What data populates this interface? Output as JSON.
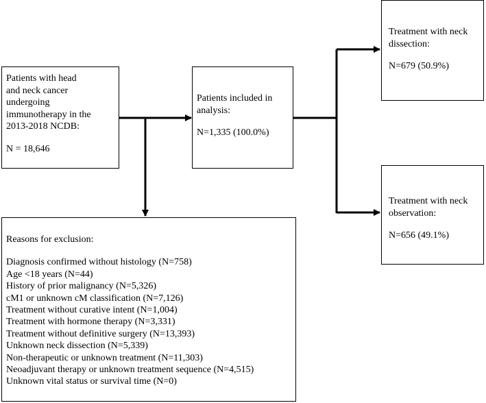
{
  "boxes": {
    "source": {
      "lines": [
        "Patients with head",
        "and neck cancer",
        "undergoing",
        "immunotherapy in the",
        "2013-2018 NCDB:"
      ],
      "count": "N = 18,646"
    },
    "included": {
      "lines": [
        "Patients included in",
        "analysis:"
      ],
      "count": "N=1,335 (100.0%)"
    },
    "neck_dissection": {
      "lines": [
        "Treatment with neck",
        "dissection:"
      ],
      "count": "N=679 (50.9%)"
    },
    "neck_observation": {
      "lines": [
        "Treatment with neck",
        "observation:"
      ],
      "count": "N=656 (49.1%)"
    },
    "exclusion": {
      "title": "Reasons for exclusion:",
      "items": [
        "Diagnosis confirmed without histology (N=758)",
        "Age <18 years (N=44)",
        "History of prior malignancy (N=5,326)",
        "cM1 or unknown cM classification (N=7,126)",
        "Treatment without curative intent (N=1,004)",
        "Treatment with hormone therapy (N=3,331)",
        "Treatment without definitive surgery (N=13,393)",
        "Unknown neck dissection (N=5,339)",
        "Non-therapeutic or unknown treatment (N=11,303)",
        "Neoadjuvant therapy or unknown treatment sequence (N=4,515)",
        "Unknown vital status or survival time (N=0)"
      ]
    }
  }
}
